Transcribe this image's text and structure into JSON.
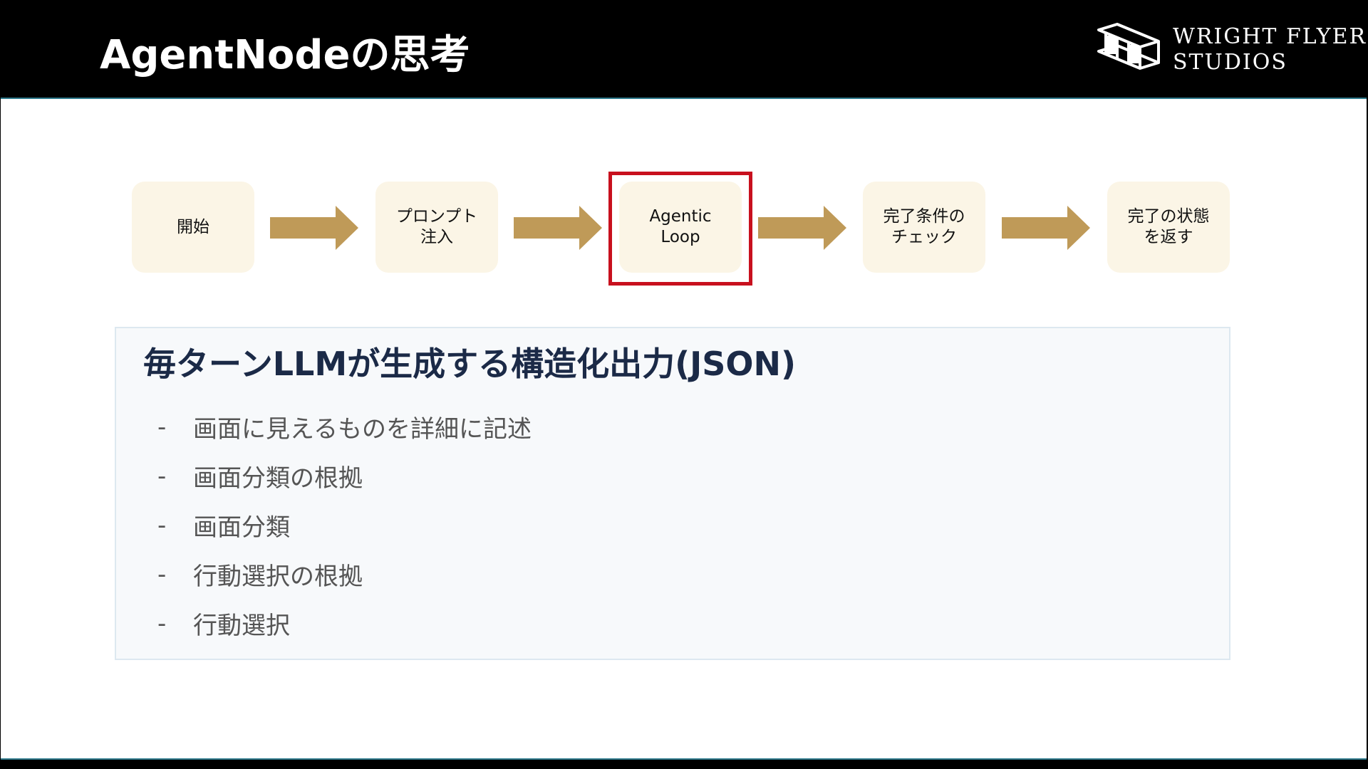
{
  "header": {
    "title": "AgentNodeの思考",
    "logo": {
      "line1": "WRIGHT FLYER",
      "line2": "STUDIOS"
    }
  },
  "flow": {
    "steps": [
      "開始",
      "プロンプト\n注入",
      "Agentic\nLoop",
      "完了条件の\nチェック",
      "完了の状態\nを返す"
    ],
    "highlighted_step": "Agentic\nLoop"
  },
  "panel": {
    "heading": "毎ターンLLMが生成する構造化出力(JSON)",
    "bullet_marker": "-",
    "items": [
      "画面に見えるものを詳細に記述",
      "画面分類の根拠",
      "画面分類",
      "行動選択の根拠",
      "行動選択"
    ]
  },
  "colors": {
    "header_bg": "#000000",
    "step_bg": "#fbf5e6",
    "arrow": "#bf9a58",
    "highlight": "#c8101e",
    "panel_bg": "#f7f9fb",
    "heading_text": "#1b2a47",
    "accent_border": "#2f7a8c"
  },
  "icons": {
    "logo": "biplane-logo-icon",
    "arrow": "right-arrow-icon"
  }
}
